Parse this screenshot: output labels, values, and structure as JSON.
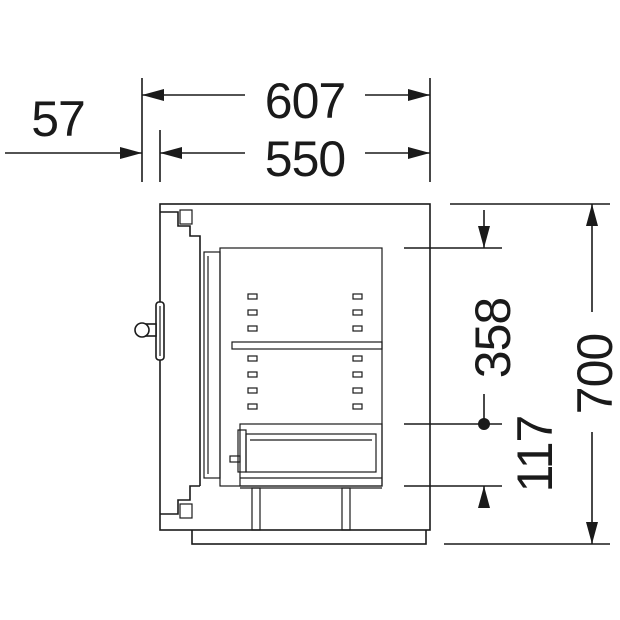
{
  "dimensions": {
    "handle_projection": "57",
    "total_depth": "607",
    "body_depth": "550",
    "shelf_height": "358",
    "drawer_height": "117",
    "total_height": "700"
  },
  "colors": {
    "line": "#1a1a1a",
    "background": "#ffffff"
  }
}
